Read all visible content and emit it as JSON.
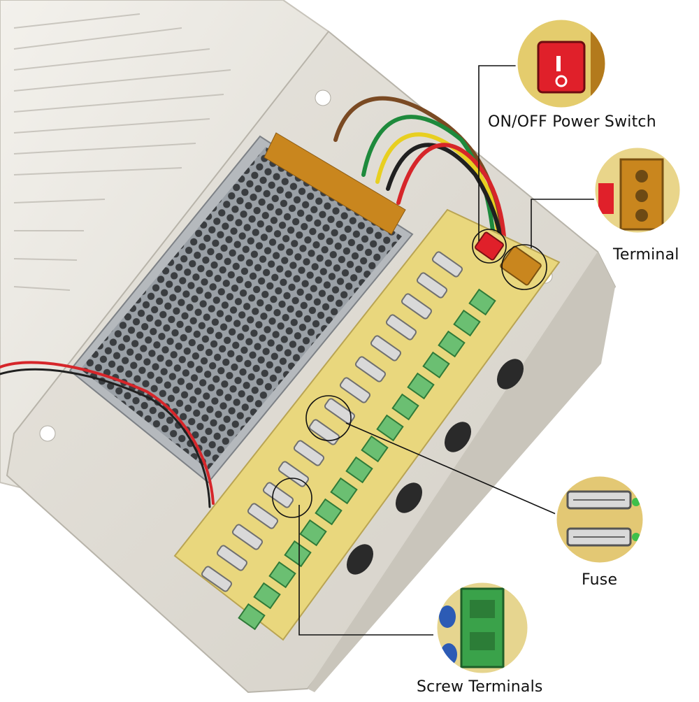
{
  "callouts": {
    "power_switch": "ON/OFF Power Switch",
    "terminal": "Terminal",
    "fuse": "Fuse",
    "screw_terminals": "Screw Terminals"
  },
  "colors": {
    "enclosure": "#e6e3dc",
    "pcb": "#e9d77d",
    "fuse_glass": "#d9d9d9",
    "screw_block": "#6bbf72",
    "switch_red": "#e0202a",
    "terminal_amber": "#c9861e",
    "wire_red": "#d6262a",
    "wire_green": "#1e8a3c",
    "wire_yellow": "#e8cf20",
    "wire_brown": "#7a4a23",
    "wire_black": "#202020"
  },
  "icons": [
    "power-switch-icon",
    "terminal-block-icon",
    "fuse-icon",
    "screw-terminal-icon"
  ]
}
